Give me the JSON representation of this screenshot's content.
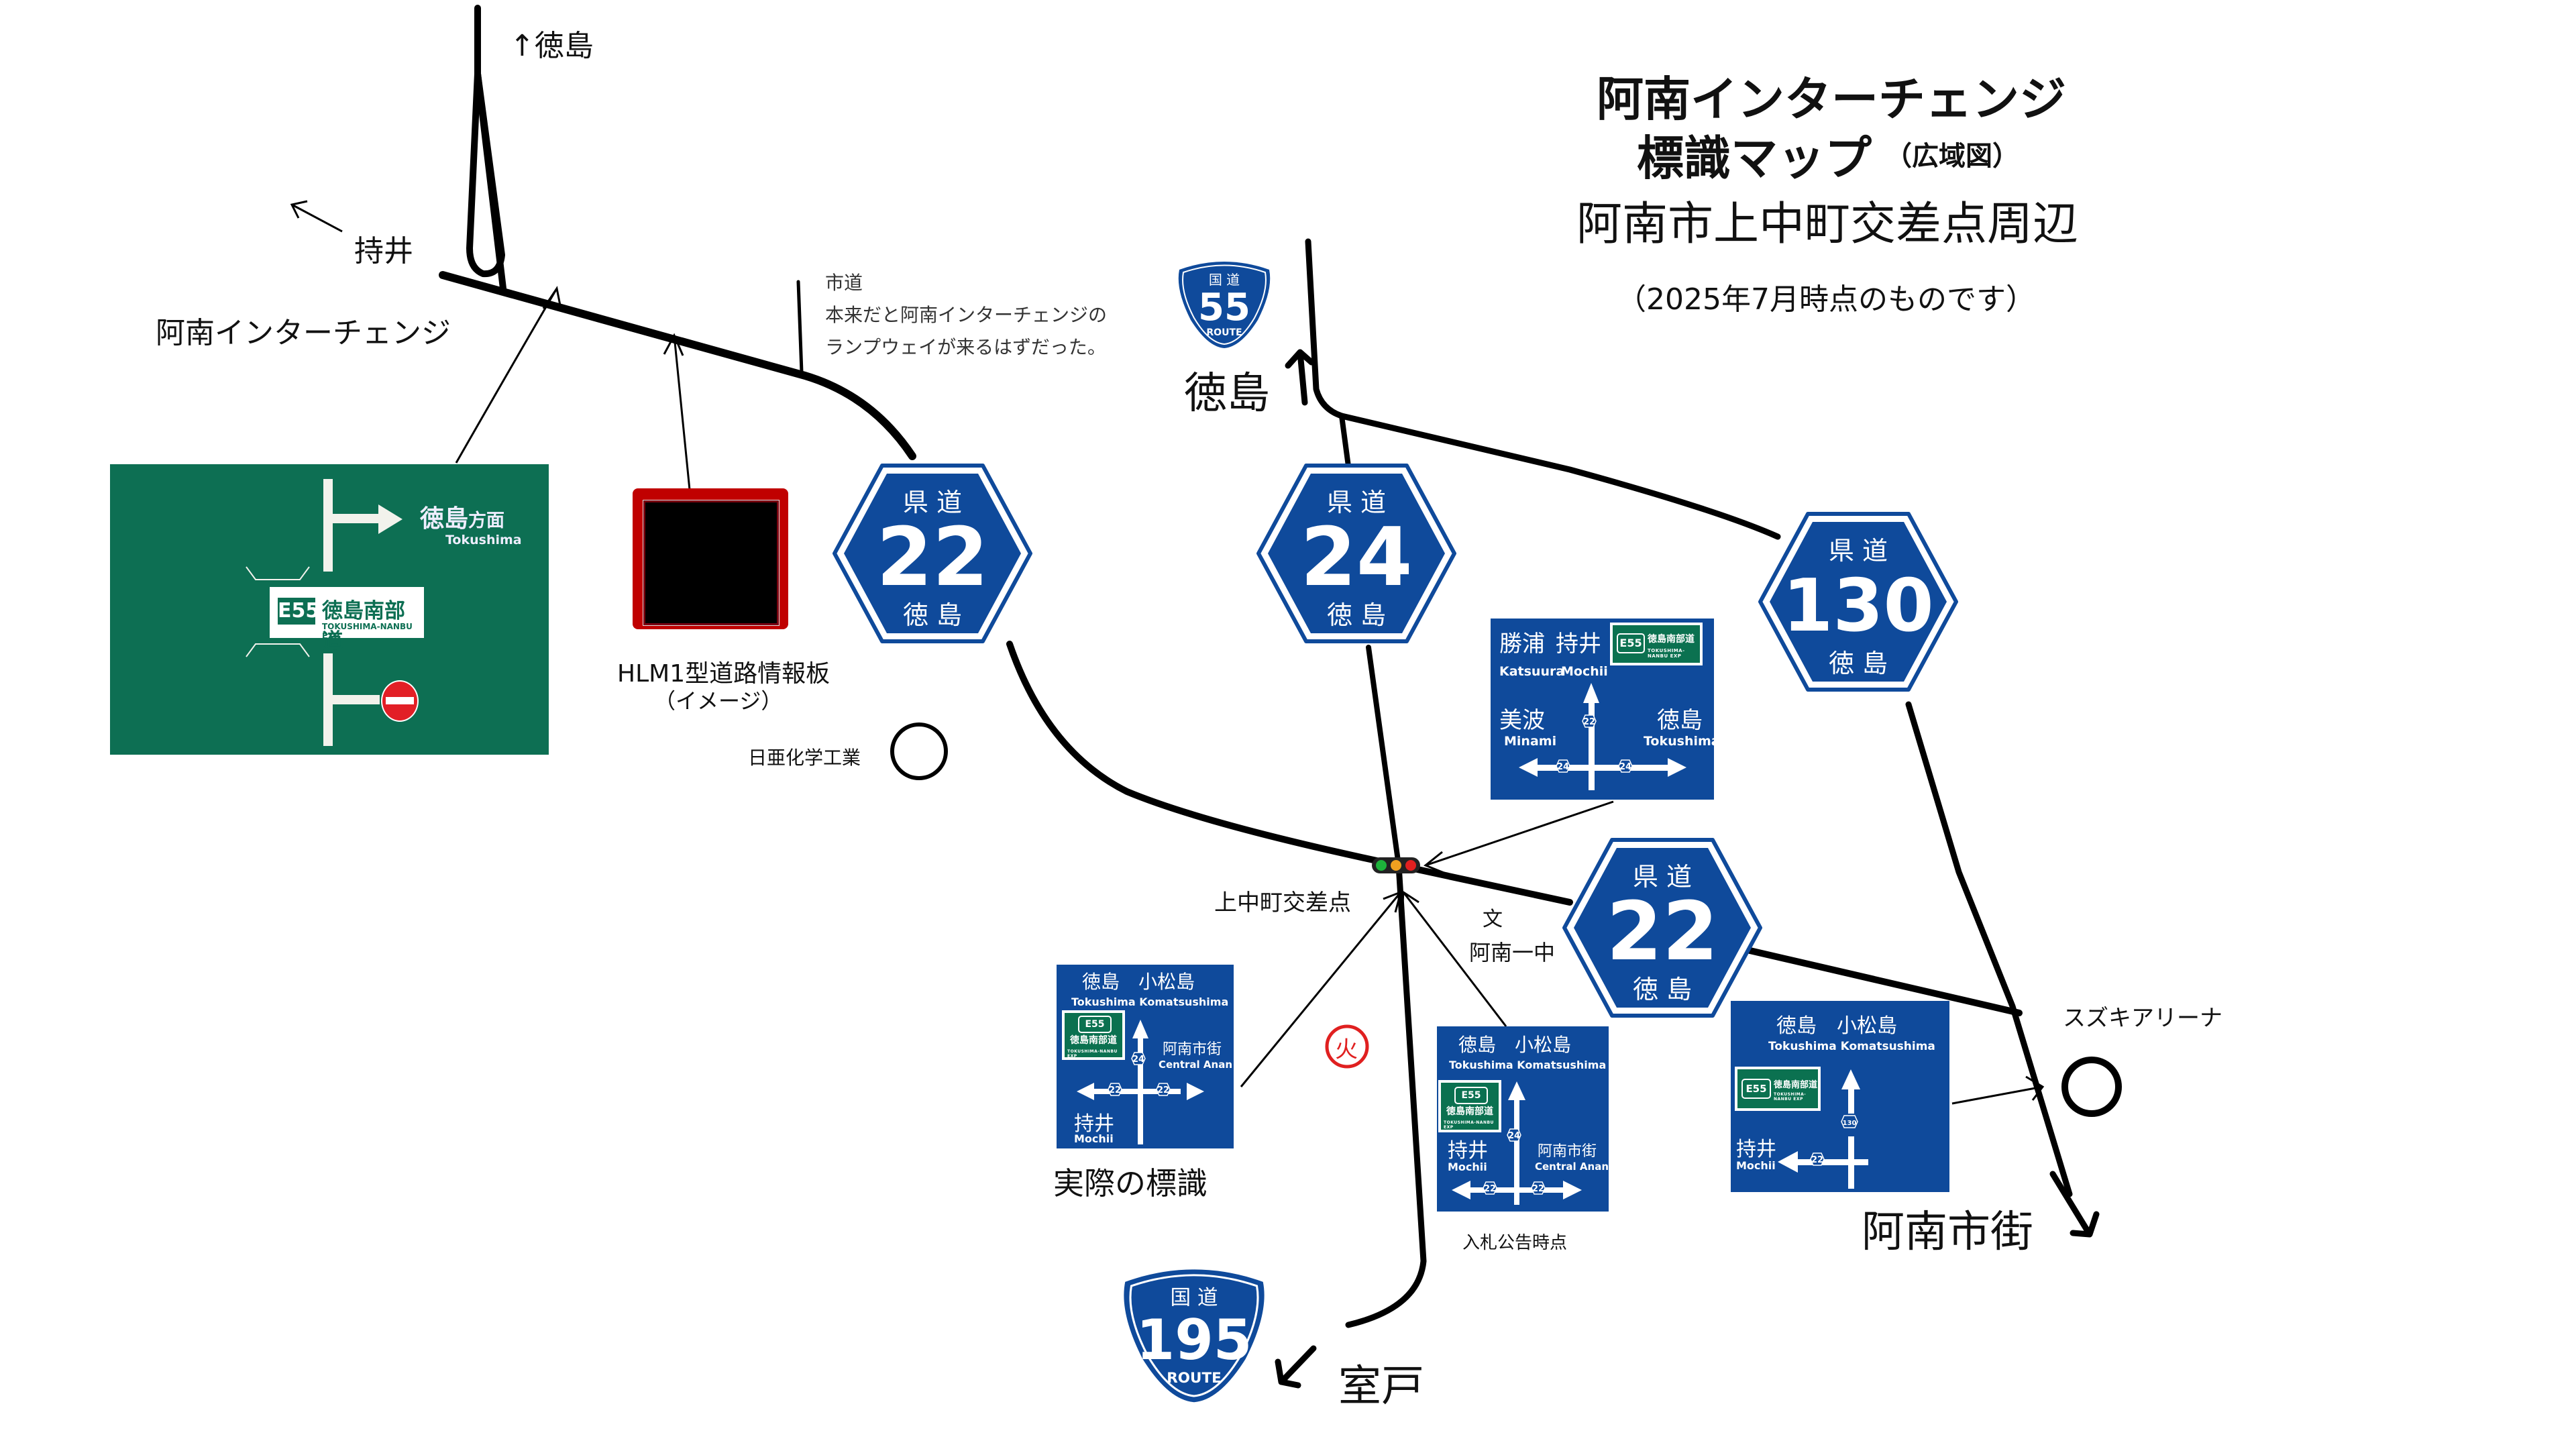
{
  "title": {
    "line1": "阿南インターチェンジ",
    "line2": "標識マップ",
    "line2_suffix": "（広域図）",
    "line3": "阿南市上中町交差点周辺",
    "note": "（2025年7月時点のものです）"
  },
  "labels": {
    "tokushima_north": "↑徳島",
    "mochii": "持井",
    "anan_ic": "阿南インターチェンジ",
    "city_road": "市道",
    "city_road_note1": "本来だと阿南インターチェンジの",
    "city_road_note2": "ランプウェイが来るはずだった。",
    "hlm_board": "HLM1型道路情報板",
    "hlm_board_sub": "（イメージ）",
    "nichia": "日亜化学工業",
    "tokushima_r55": "徳島",
    "kaminaka_intersection": "上中町交差点",
    "school_symbol": "文",
    "school_name": "阿南一中",
    "fire_station": "火",
    "actual_sign": "実際の標識",
    "bid_notice": "入札公告時点",
    "suzuki_arena": "スズキアリーナ",
    "anan_city_center": "阿南市街",
    "muroto": "室戸"
  },
  "green_sign": {
    "dest_jp": "徳島",
    "dest_suffix": "方面",
    "dest_en": "Tokushima",
    "route_code": "E55",
    "route_name_jp": "徳島南部道",
    "route_name_en": "TOKUSHIMA-NANBU EXP",
    "no_entry_icon": "no-entry"
  },
  "shields": [
    {
      "kind": "prefectural",
      "top": "県 道",
      "number": "22",
      "bottom": "徳 島"
    },
    {
      "kind": "prefectural",
      "top": "県 道",
      "number": "24",
      "bottom": "徳 島"
    },
    {
      "kind": "prefectural",
      "top": "県 道",
      "number": "130",
      "bottom": "徳 島"
    },
    {
      "kind": "prefectural",
      "top": "県 道",
      "number": "22",
      "bottom": "徳 島"
    },
    {
      "kind": "national",
      "top": "国 道",
      "number": "55",
      "bottom": "ROUTE"
    },
    {
      "kind": "national",
      "top": "国 道",
      "number": "195",
      "bottom": "ROUTE"
    }
  ],
  "guide_signs": {
    "north": {
      "top_left_jp": "勝浦",
      "top_left_en": "Katsuura",
      "top_mid_jp": "持井",
      "top_mid_en": "Mochii",
      "left_jp": "美波",
      "left_en": "Minami",
      "right_jp": "徳島",
      "right_en": "Tokushima",
      "up_route": "22",
      "left_route": "24",
      "right_route": "24",
      "e55_code": "E55",
      "e55_name": "徳島南部道",
      "e55_en": "TOKUSHIMA-NANBU EXP"
    },
    "actual": {
      "top_jp": "徳島　小松島",
      "top_en": "Tokushima Komatsushima",
      "right_jp": "阿南市街",
      "right_en": "Central Anan",
      "left_jp": "持井",
      "left_en": "Mochii",
      "up_route": "24",
      "left_route": "22",
      "right_route": "22",
      "e55_code": "E55",
      "e55_name": "徳島南部道",
      "e55_en": "TOKUSHIMA-NANBU EXP"
    },
    "bid": {
      "top_jp": "徳島　小松島",
      "top_en": "Tokushima Komatsushima",
      "left_jp": "持井",
      "left_en": "Mochii",
      "right_jp": "阿南市街",
      "right_en": "Central Anan",
      "up_route": "24",
      "left_route": "22",
      "right_route": "22",
      "e55_code": "E55",
      "e55_name": "徳島南部道",
      "e55_en": "TOKUSHIMA-NANBU EXP"
    },
    "east": {
      "top_jp": "徳島　小松島",
      "top_en": "Tokushima Komatsushima",
      "left_jp": "持井",
      "left_en": "Mochii",
      "up_route": "130",
      "left_route": "22",
      "e55_code": "E55",
      "e55_name": "徳島南部道",
      "e55_en": "TOKUSHIMA-NANBU EXP"
    }
  },
  "colors": {
    "sign_blue": "#0f4a9b",
    "expressway_green": "#0d6f53",
    "hlm_red": "#c00000",
    "fire_red": "#e02020",
    "signal_green": "#1db33b",
    "signal_yellow": "#f0a020",
    "signal_red": "#e02020"
  }
}
